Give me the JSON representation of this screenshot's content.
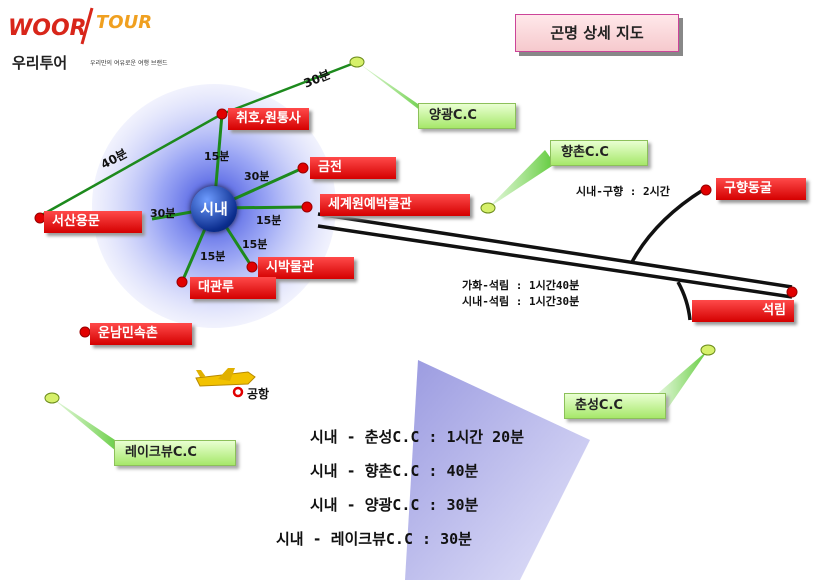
{
  "header": {
    "logo_word_a": "WOOR",
    "logo_word_b": "TOUR",
    "logo_korean": "우리투어",
    "logo_slogan": "우리만의 여유로운 여행 브랜드",
    "title": "곤명 상세 지도"
  },
  "hub": {
    "label": "시내"
  },
  "places": {
    "chuihu": "취호,원통사",
    "jindian": "금전",
    "expo": "세계원예박물관",
    "xishan": "서산용문",
    "museum": "시박물관",
    "daguanlou": "대관루",
    "yunnan": "운남민속촌",
    "airport": "공항",
    "cave": "구향동굴",
    "stoneforest": "석림"
  },
  "golf": {
    "yangguang": "양광C.C",
    "hyangchon": "향촌C.C",
    "chunseong": "춘성C.C",
    "lakeview": "레이크뷰C.C"
  },
  "durations": {
    "yangguang_line": "30분",
    "xishan_line": "40분",
    "chuihu": "15분",
    "jindian": "30분",
    "expo": "15분",
    "xishan": "30분",
    "museum": "15분",
    "daguanlou": "15분"
  },
  "routes": {
    "cave_route": "시내-구향 : 2시간",
    "stone_route_1": "가화-석림 : 1시간40분",
    "stone_route_2": "시내-석림 : 1시간30분"
  },
  "summary": [
    "시내 - 춘성C.C : 1시간 20분",
    "시내 - 향촌C.C : 40분",
    "시내 - 양광C.C : 30분",
    "시내 - 레이크뷰C.C : 30분"
  ],
  "colors": {
    "label_red": "#d40000",
    "golf_green": "#a6e86a",
    "connector_green": "#1d8a1d",
    "zone_blue": "#5060e0",
    "accent_lavender": "#b3b3ea"
  }
}
